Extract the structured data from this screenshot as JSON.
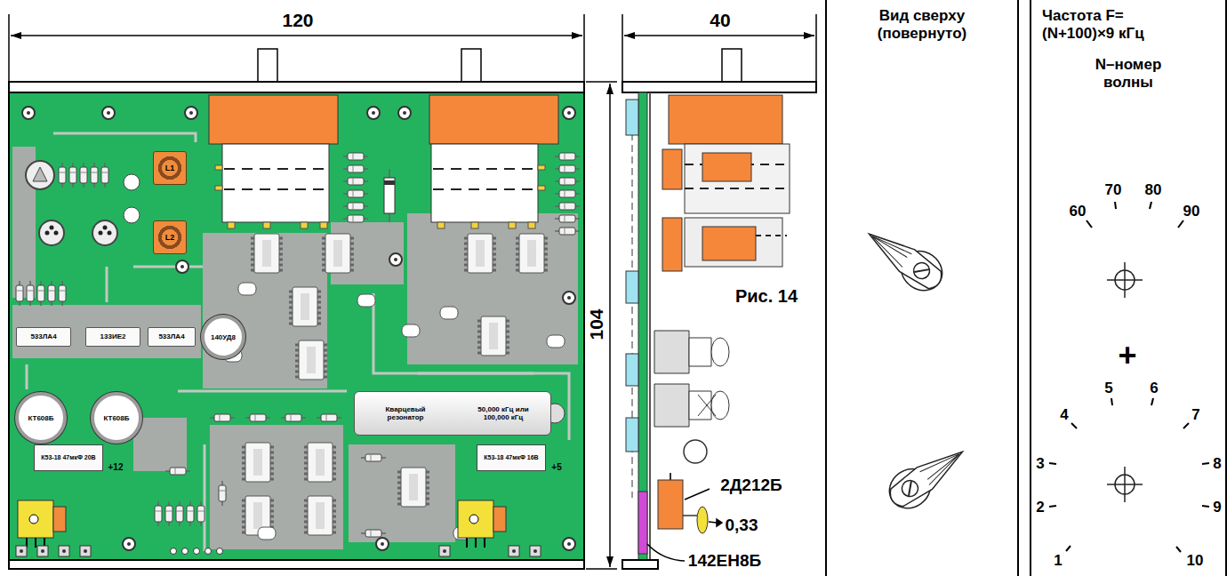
{
  "diagram": {
    "nodes": [
      {
        "text": [
          "L1"
        ]
      },
      {
        "text": [
          "L2"
        ]
      },
      {
        "text": [
          "533ЛА4"
        ]
      },
      {
        "text": [
          "133ИЕ2"
        ]
      },
      {
        "text": [
          "533ЛА4"
        ]
      },
      {
        "text": [
          "140УД8"
        ]
      },
      {
        "text": [
          "КТ608Б"
        ]
      },
      {
        "text": [
          "КТ608Б"
        ]
      },
      {
        "text": [
          "Кварцевый резонатор",
          "50,000 кГц или 100,000 кГц"
        ]
      },
      {
        "text": [
          "К53-18 47мкФ 20В"
        ]
      },
      {
        "text": [
          "К53-18 47мкФ 16В"
        ]
      },
      {
        "text": [
          "Вид сверху (повернуто)"
        ]
      },
      {
        "text": [
          "Частота F=(N+100)×9 кГц",
          "N–номер волны"
        ]
      }
    ],
    "labels": [
      "120",
      "40",
      "104",
      "Рис. 14",
      "2Д212Б",
      "0,33",
      "142ЕН8Б",
      "60",
      "70",
      "80",
      "90",
      "+",
      "5",
      "6",
      "4",
      "7",
      "3",
      "8",
      "2",
      "9",
      "1",
      "10",
      "+12",
      "+5"
    ]
  }
}
